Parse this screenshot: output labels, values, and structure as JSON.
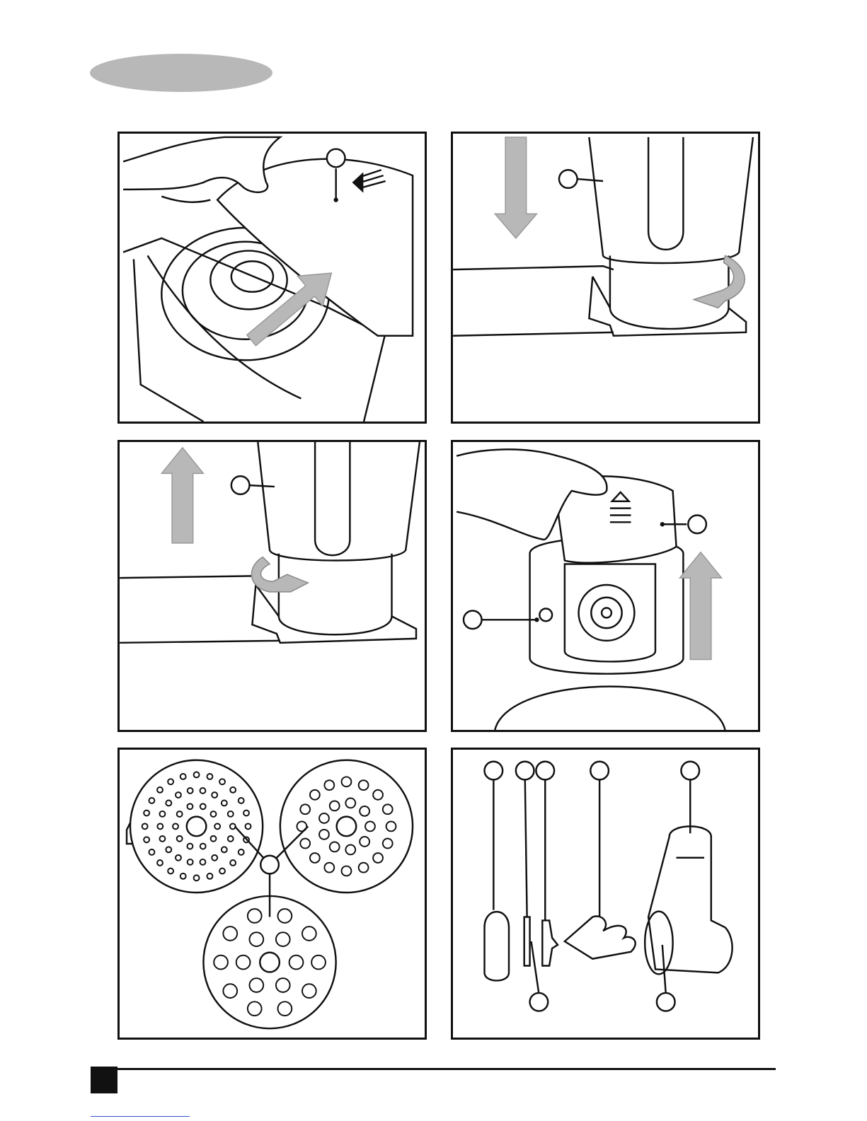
{
  "page": {
    "language_pill": "",
    "page_number": "",
    "link_text": ""
  },
  "colors": {
    "ink": "#111111",
    "arrow_gray": "#b8b8b8",
    "pill_gray": "#b8b8b8",
    "link_blue": "#3355cc"
  },
  "panels": [
    {
      "id": "fig-1",
      "callouts": [
        ""
      ]
    },
    {
      "id": "fig-2",
      "callouts": [
        ""
      ]
    },
    {
      "id": "fig-3",
      "callouts": [
        ""
      ]
    },
    {
      "id": "fig-4",
      "callouts": [
        "",
        ""
      ]
    },
    {
      "id": "fig-5",
      "callouts": [
        ""
      ]
    },
    {
      "id": "fig-6",
      "callouts": [
        "",
        "",
        "",
        "",
        "",
        "",
        ""
      ]
    }
  ]
}
